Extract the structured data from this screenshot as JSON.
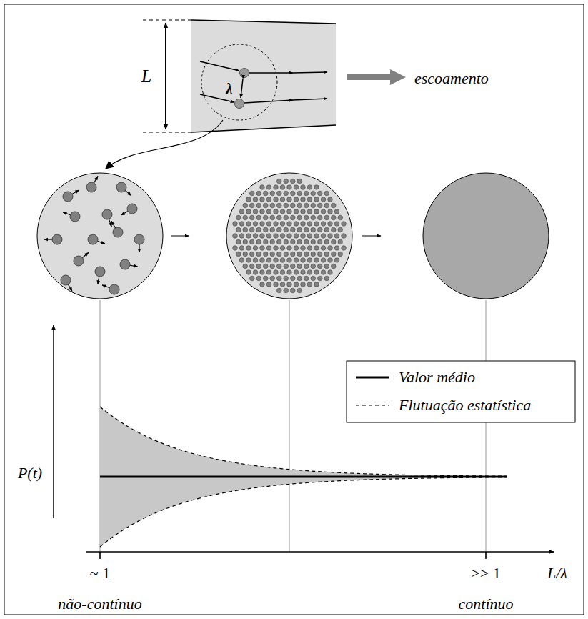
{
  "diagram": {
    "labels": [
      "L",
      "λ",
      "escoamento",
      "P(t)",
      "~ 1",
      ">> 1",
      "L/λ",
      "não-contínuo",
      "contínuo"
    ],
    "legend": [
      {
        "text": "Valor médio"
      },
      {
        "text": "Flutuação estatística"
      }
    ]
  }
}
